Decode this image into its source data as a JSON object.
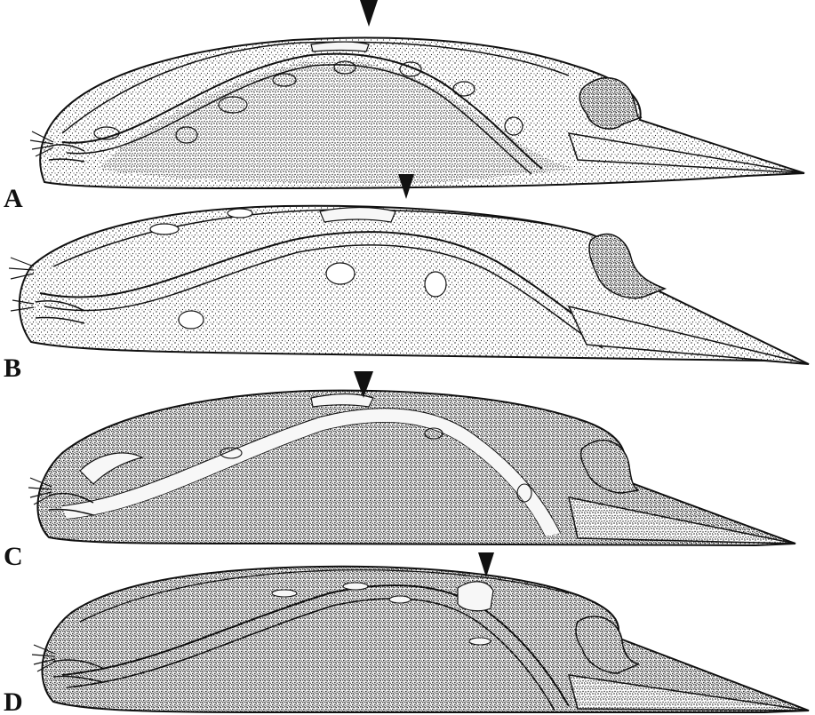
{
  "figure": {
    "panels": [
      {
        "label": "A",
        "id": "a"
      },
      {
        "label": "B",
        "id": "b"
      },
      {
        "label": "C",
        "id": "c"
      },
      {
        "label": "D",
        "id": "d"
      }
    ]
  },
  "colors": {
    "background": "#ffffff",
    "ink": "#111111",
    "stipple": "#1a1a1a",
    "pale_region": "#f7f7f7"
  },
  "icons": {
    "marker": "arrowhead-down-icon",
    "setae": "setae-tuft-icon"
  }
}
